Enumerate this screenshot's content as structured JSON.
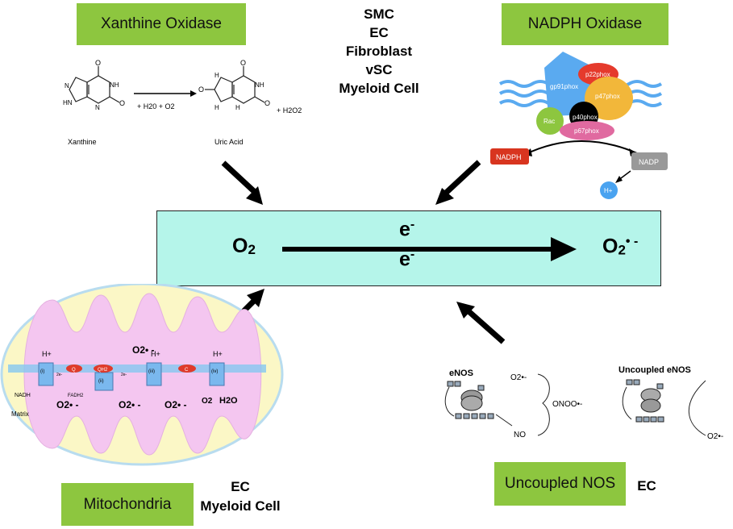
{
  "labels": {
    "xanthine_oxidase": "Xanthine Oxidase",
    "nadph_oxidase": "NADPH Oxidase",
    "mitochondria": "Mitochondria",
    "uncoupled_nos": "Uncoupled NOS"
  },
  "cells_top": [
    "SMC",
    "EC",
    "Fibroblast",
    "vSC",
    "Myeloid Cell"
  ],
  "cells_mito": [
    "EC",
    "Myeloid Cell"
  ],
  "cells_nos": [
    "EC"
  ],
  "central": {
    "o2": "O2",
    "e1": "e-",
    "e2": "e-",
    "superoxide": "O2• -"
  },
  "xanthine": {
    "name": "Xanthine",
    "product": "Uric Acid",
    "reagents": "+ H20  + O2",
    "byproduct": "+       H2O2"
  },
  "nadph": {
    "gp91": "gp91phox",
    "p22": "p22phox",
    "p47": "p47phox",
    "p40": "p40phox",
    "p67": "p67phox",
    "rac": "Rac",
    "nadph": "NADPH",
    "nadp": "NADP",
    "h": "H+"
  },
  "mito": {
    "h1": "H+",
    "h2": "H+",
    "h3": "H+",
    "q": "Q",
    "qh2": "QH2",
    "c": "C",
    "nadh": "NADH",
    "fadh2": "FADH2",
    "matrix": "Matrix",
    "sup1": "O2• -",
    "sup2": "O2• -",
    "sup3": "O2• -",
    "sup4": "O2• -",
    "o2": "O2",
    "h2o": "H2O",
    "c1": "(i)",
    "c2": "(ii)",
    "c3": "(iii)",
    "c4": "(iv)",
    "e": "2e-"
  },
  "nos": {
    "enos": "eNOS",
    "uncoupled": "Uncoupled eNOS",
    "sup": "O2•-",
    "no": "NO",
    "onoo": "ONOO•-",
    "sup2": "O2•-"
  },
  "colors": {
    "green": "#8dc63f",
    "cyan": "#b5f5ea",
    "mito_outer": "#fbf7c6",
    "mito_inner": "#f4c6f0"
  }
}
